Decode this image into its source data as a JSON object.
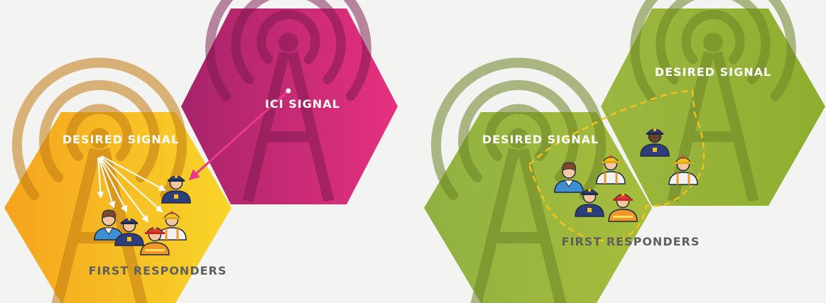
{
  "left_panel": {
    "desired_label": "DESIRED SIGNAL",
    "ici_label": "ICI SIGNAL",
    "responders_label": "FIRST RESPONDERS"
  },
  "right_panel": {
    "desired_label_left": "DESIRED SIGNAL",
    "desired_label_right": "DESIRED SIGNAL",
    "responders_label": "FIRST RESPONDERS"
  },
  "colors": {
    "orange_start": "#f5a31e",
    "orange_end": "#f8d62a",
    "magenta_start": "#a6246a",
    "magenta_end": "#e6317f",
    "green_start": "#94b33f",
    "green_end": "#a6bd3c",
    "arrow_magenta": "#e8398a",
    "arrow_white": "#ffffff",
    "dashed_boundary": "#f3c21c",
    "label_light": "#ffffff",
    "label_dark": "#5f5f5f"
  },
  "icons": {
    "tower": "radio-tower-icon",
    "male": "male-civilian-icon",
    "police": "police-officer-icon",
    "firefighter": "firefighter-icon",
    "worker": "worker-icon"
  }
}
